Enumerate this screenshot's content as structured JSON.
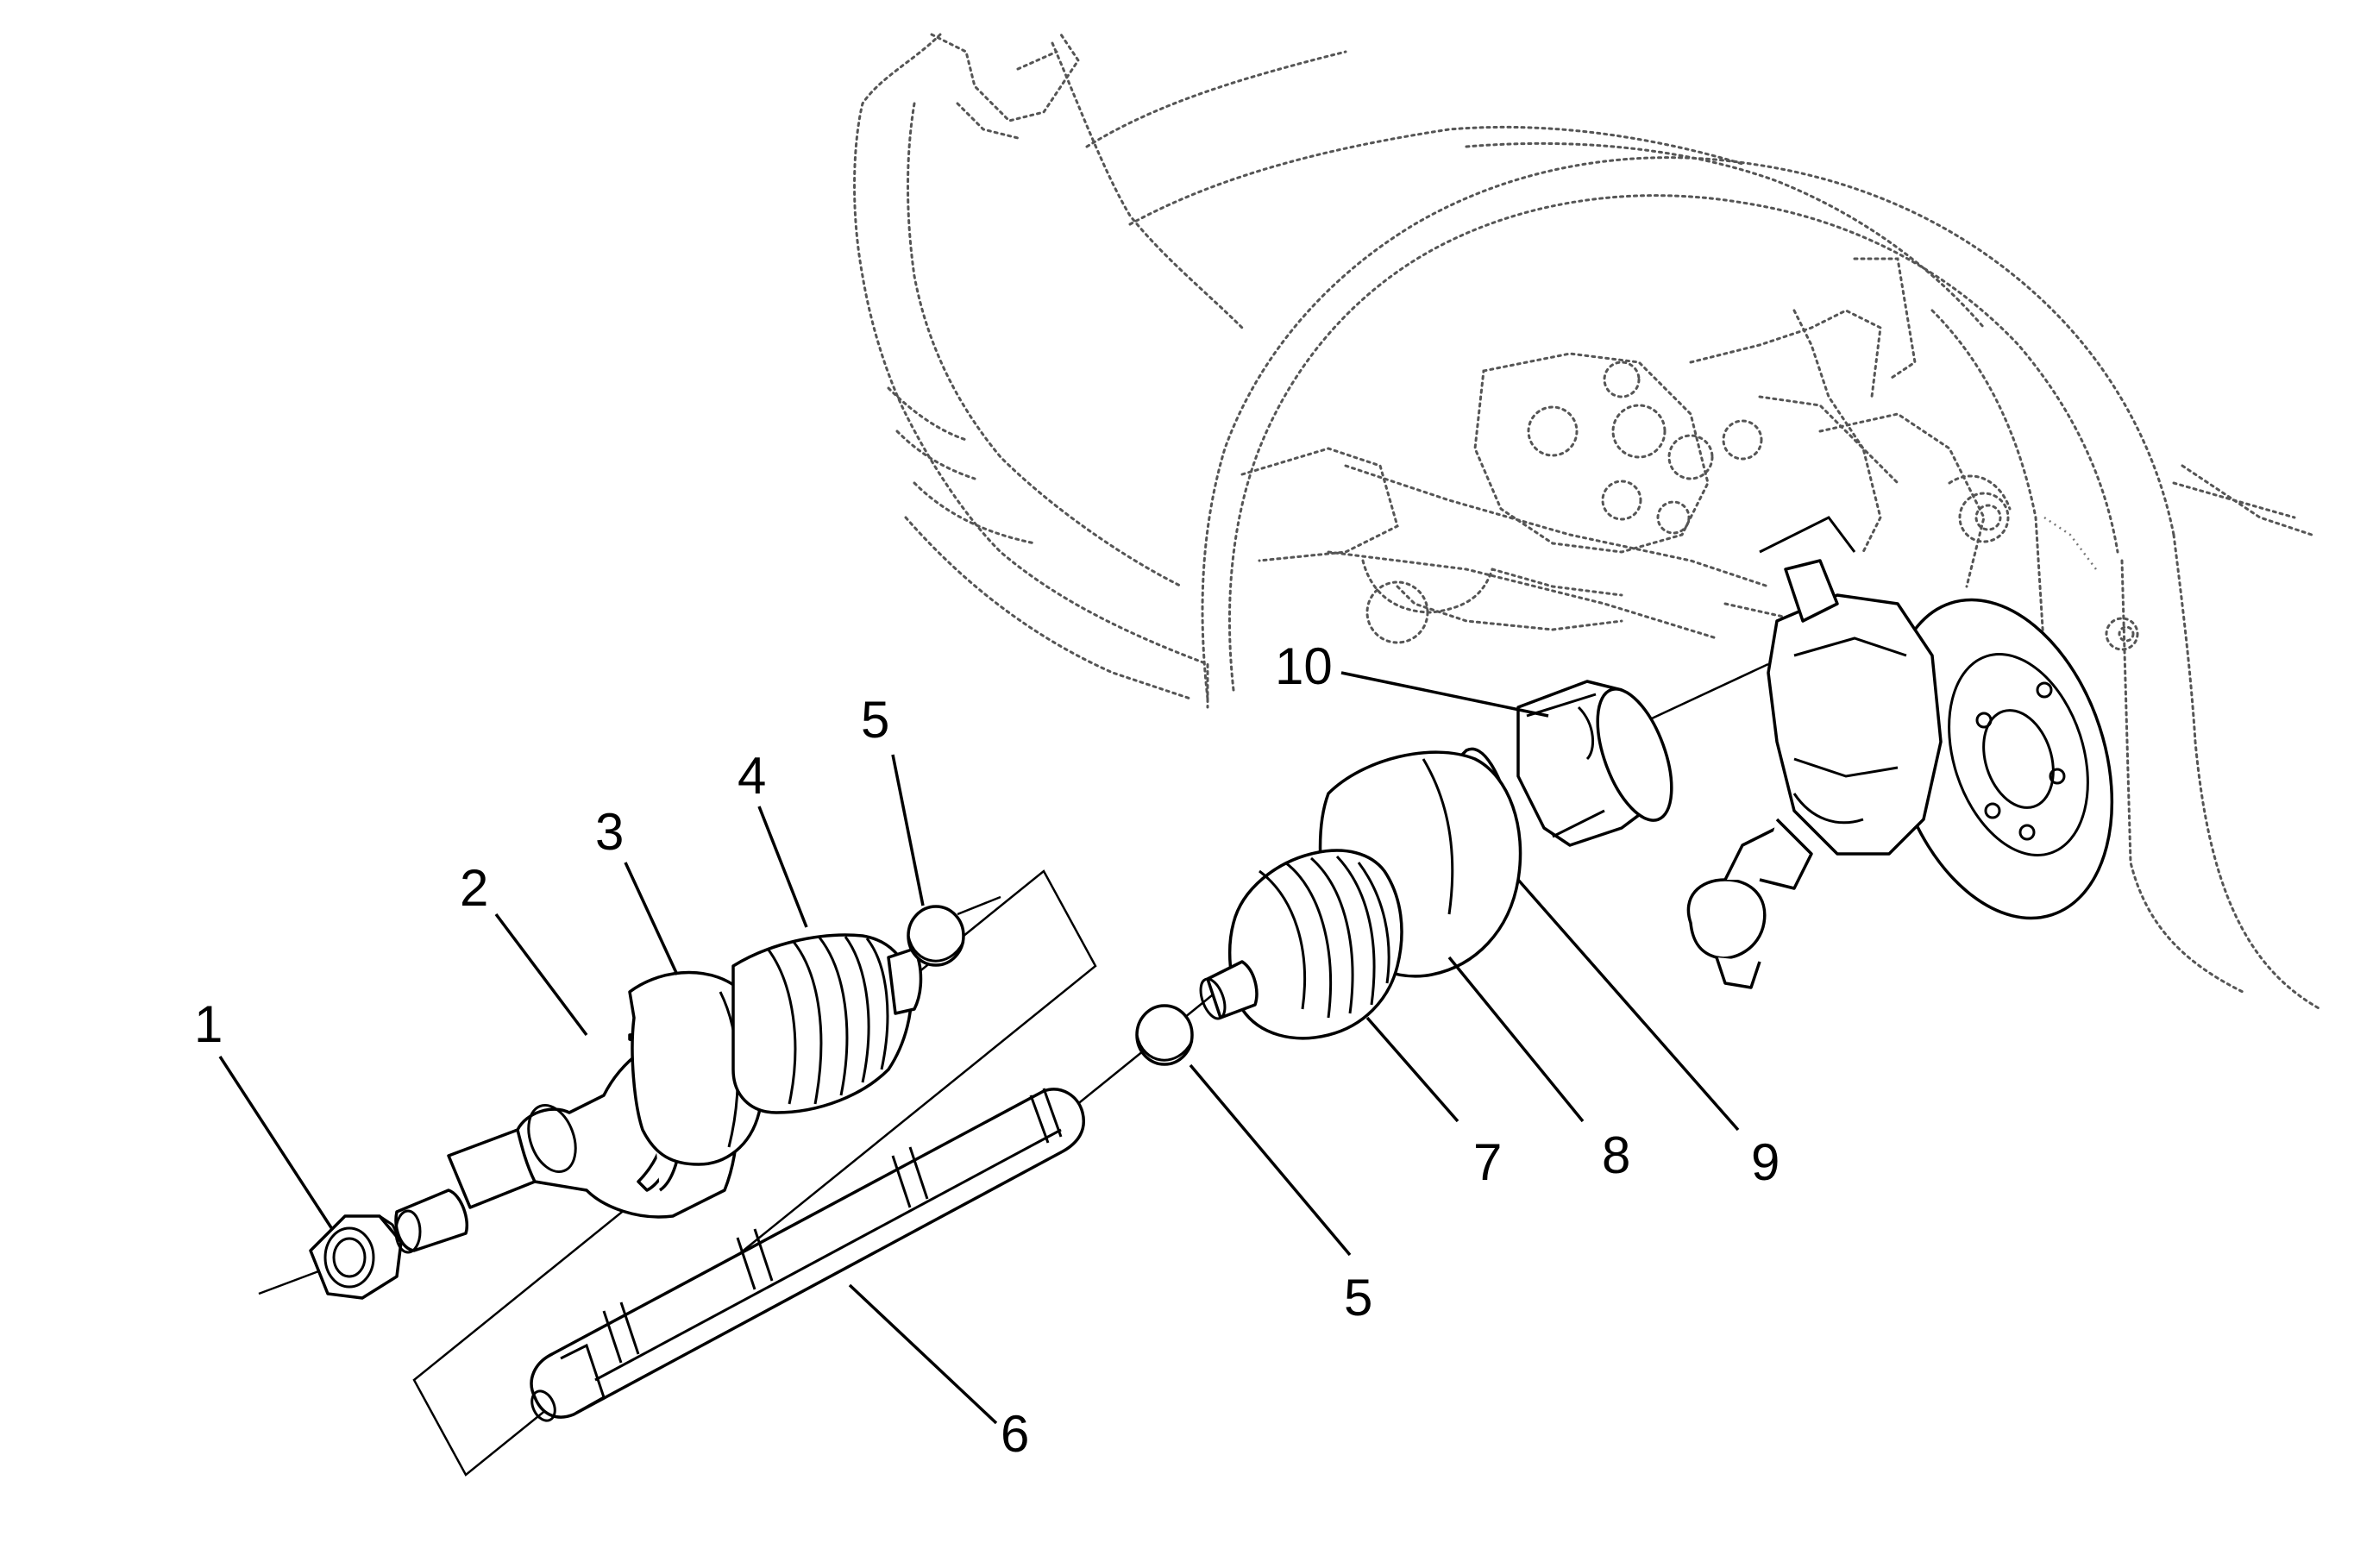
{
  "diagram": {
    "callouts": [
      {
        "id": "callout-1",
        "label": "1"
      },
      {
        "id": "callout-2",
        "label": "2"
      },
      {
        "id": "callout-3",
        "label": "3"
      },
      {
        "id": "callout-4",
        "label": "4"
      },
      {
        "id": "callout-5a",
        "label": "5"
      },
      {
        "id": "callout-5b",
        "label": "5"
      },
      {
        "id": "callout-6",
        "label": "6"
      },
      {
        "id": "callout-7",
        "label": "7"
      },
      {
        "id": "callout-8",
        "label": "8"
      },
      {
        "id": "callout-9",
        "label": "9"
      },
      {
        "id": "callout-10",
        "label": "10"
      }
    ]
  }
}
